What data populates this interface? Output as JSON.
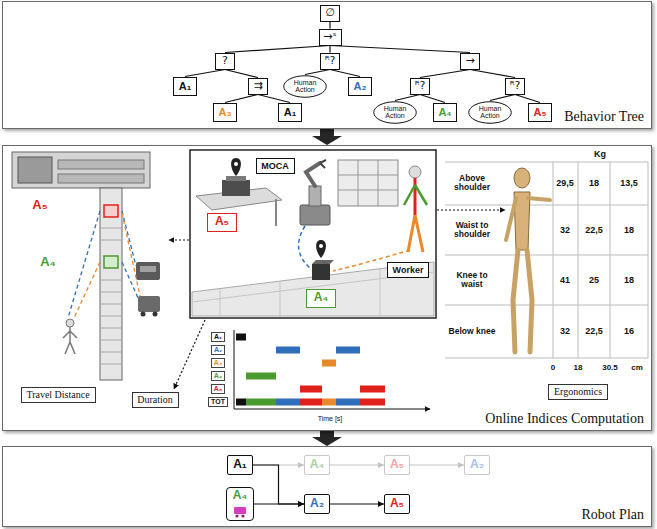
{
  "diagram": {
    "nodes": [
      {
        "text": [
          "Behavior Tree"
        ]
      },
      {
        "text": [
          "∅"
        ],
        "in": 0
      },
      {
        "text": [
          "→ˢ"
        ],
        "in": 0
      },
      {
        "text": [
          "?"
        ],
        "in": 0
      },
      {
        "text": [
          "ᴿ?"
        ],
        "in": 0
      },
      {
        "text": [
          "→"
        ],
        "in": 0
      },
      {
        "text": [
          "A₁"
        ],
        "in": 0
      },
      {
        "text": [
          "⇉"
        ],
        "in": 0
      },
      {
        "text": [
          "Human Action"
        ],
        "in": 0
      },
      {
        "text": [
          "A₂"
        ],
        "in": 0
      },
      {
        "text": [
          "ᴿ?"
        ],
        "in": 0
      },
      {
        "text": [
          "ᴿ?"
        ],
        "in": 0
      },
      {
        "text": [
          "A₃"
        ],
        "in": 0
      },
      {
        "text": [
          "A₁"
        ],
        "in": 0
      },
      {
        "text": [
          "Human Action"
        ],
        "in": 0
      },
      {
        "text": [
          "A₄"
        ],
        "in": 0
      },
      {
        "text": [
          "Human Action"
        ],
        "in": 0
      },
      {
        "text": [
          "A₅"
        ],
        "in": 0
      },
      {
        "text": [
          "Online Indices Computation"
        ]
      },
      {
        "text": [
          "MOCA"
        ],
        "in": 18
      },
      {
        "text": [
          "A₅"
        ],
        "in": 18
      },
      {
        "text": [
          "Worker"
        ],
        "in": 18
      },
      {
        "text": [
          "A₄"
        ],
        "in": 18
      },
      {
        "text": [
          "Travel Distance"
        ],
        "in": 18
      },
      {
        "text": [
          "Duration"
        ],
        "in": 18
      },
      {
        "text": [
          "Ergonomics"
        ],
        "in": 18
      },
      {
        "text": [
          "Robot Plan"
        ]
      },
      {
        "text": [
          "A₁"
        ],
        "in": 26
      },
      {
        "text": [
          "A₄"
        ],
        "in": 26
      },
      {
        "text": [
          "A₅"
        ],
        "in": 26
      },
      {
        "text": [
          "A₂"
        ],
        "in": 26
      },
      {
        "text": [
          "A₄"
        ],
        "in": 26
      },
      {
        "text": [
          "A₂"
        ],
        "in": 26
      },
      {
        "text": [
          "A₅"
        ],
        "in": 26
      }
    ],
    "edges": [
      {
        "from": 1,
        "to": 2,
        "arrow": "none"
      },
      {
        "from": 2,
        "to": 3,
        "arrow": "none"
      },
      {
        "from": 2,
        "to": 4,
        "arrow": "none"
      },
      {
        "from": 2,
        "to": 5,
        "arrow": "none"
      },
      {
        "from": 3,
        "to": 6,
        "arrow": "none"
      },
      {
        "from": 3,
        "to": 7,
        "arrow": "none"
      },
      {
        "from": 7,
        "to": 12,
        "arrow": "none"
      },
      {
        "from": 7,
        "to": 13,
        "arrow": "none"
      },
      {
        "from": 4,
        "to": 8,
        "arrow": "none"
      },
      {
        "from": 4,
        "to": 9,
        "arrow": "none"
      },
      {
        "from": 5,
        "to": 10,
        "arrow": "none"
      },
      {
        "from": 5,
        "to": 11,
        "arrow": "none"
      },
      {
        "from": 10,
        "to": 14,
        "arrow": "none"
      },
      {
        "from": 10,
        "to": 15,
        "arrow": "none"
      },
      {
        "from": 11,
        "to": 16,
        "arrow": "none"
      },
      {
        "from": 11,
        "to": 17,
        "arrow": "none"
      },
      {
        "from": 0,
        "to": 18,
        "arrow": "to"
      },
      {
        "from": 18,
        "to": 26,
        "arrow": "to"
      },
      {
        "from": 27,
        "to": 28,
        "arrow": "to"
      },
      {
        "from": 28,
        "to": 29,
        "arrow": "to"
      },
      {
        "from": 29,
        "to": 30,
        "arrow": "to"
      },
      {
        "from": 27,
        "to": 32,
        "arrow": "to"
      },
      {
        "from": 31,
        "to": 32,
        "arrow": "to"
      },
      {
        "from": 32,
        "to": 33,
        "arrow": "to"
      }
    ],
    "labels": [
      "A₅",
      "A₄",
      "Kg",
      "Above shoulder",
      "29,5",
      "18",
      "13,5",
      "Waist to shoulder",
      "32",
      "22,5",
      "18",
      "Knee to waist",
      "41",
      "25",
      "18",
      "Below knee",
      "32",
      "22,5",
      "16",
      "0",
      "18",
      "30.5",
      "cm",
      "A₁",
      "A₂",
      "A₃",
      "A₄",
      "A₅",
      "TOT",
      "Time [s]"
    ]
  }
}
